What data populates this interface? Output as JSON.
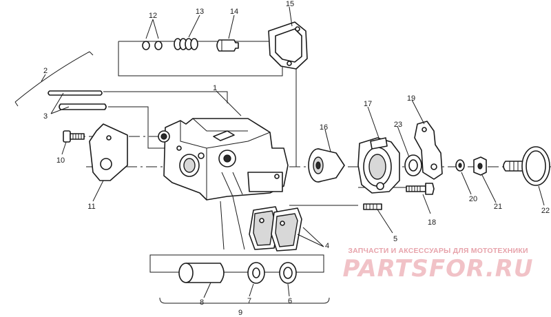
{
  "diagram": {
    "callouts": {
      "c1": "1",
      "c2": "2",
      "c3": "3",
      "c4": "4",
      "c5": "5",
      "c6": "6",
      "c7": "7",
      "c8": "8",
      "c9": "9",
      "c10": "10",
      "c11": "11",
      "c12": "12",
      "c13": "13",
      "c14": "14",
      "c15": "15",
      "c16": "16",
      "c17": "17",
      "c18": "18",
      "c19": "19",
      "c20": "20",
      "c21": "21",
      "c22": "22",
      "c23": "23"
    }
  },
  "watermark": {
    "line1": "ЗАПЧАСТИ И АКСЕССУАРЫ ДЛЯ МОТОТЕХНИКИ",
    "line2": "PARTSFOR.RU"
  }
}
